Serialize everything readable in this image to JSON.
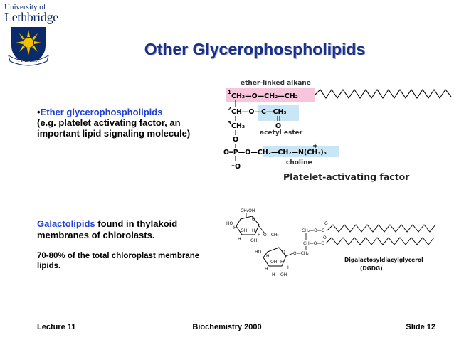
{
  "logo": {
    "line1": "University of",
    "line2": "Lethbridge",
    "motto": "FIAT LUX",
    "colors": {
      "blue": "#0b2a6b",
      "gold": "#f2c200"
    }
  },
  "slide": {
    "title": "Other Glycerophospholipids"
  },
  "text": {
    "ether_bullet": "•",
    "ether_term": "Ether glycerophospholipids",
    "ether_desc": "(e.g. platelet activating factor, an important lipid signaling molecule)",
    "galacto_term": "Galactolipids",
    "galacto_desc": " found in thylakoid membranes of chlorolasts.",
    "galacto_fact": "70-80% of the total chloroplast membrane lipids."
  },
  "paf_figure": {
    "label_ether": "ether-linked alkane",
    "label_acetyl": "acetyl ester",
    "label_choline": "choline",
    "caption": "Platelet-activating factor",
    "highlight_pink": "#f7c6dc",
    "highlight_blue": "#c9e6f7"
  },
  "dgdg_figure": {
    "name_line1": "Digalactosyldiacylglycerol",
    "name_line2": "(DGDG)"
  },
  "footer": {
    "left": "Lecture 11",
    "center": "Biochemistry 2000",
    "right": "Slide 12"
  }
}
